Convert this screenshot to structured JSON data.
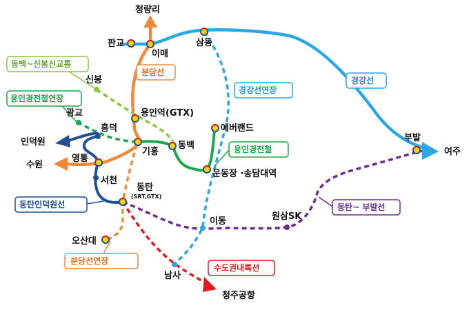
{
  "lines": {
    "bundang": {
      "name": "분당선",
      "color": "#f08a3a"
    },
    "bundang_ext": {
      "name": "분당선연장",
      "color": "#f08a3a"
    },
    "gyeonggang": {
      "name": "경강선",
      "color": "#2aa7e6"
    },
    "gyeonggang_ext": {
      "name": "경강선연장",
      "color": "#2aa7e6"
    },
    "yongin": {
      "name": "용인경전철",
      "color": "#17a84b"
    },
    "yongin_ext": {
      "name": "용인경전철연장",
      "color": "#17a84b"
    },
    "dongbaek_sinbong": {
      "name": "동백~신봉신교통",
      "color": "#8cc63f"
    },
    "dongtan_indeogwon": {
      "name": "동탄인덕원선",
      "color": "#1f4e96"
    },
    "dongtan_bubal": {
      "name": "동탄~ 부발선",
      "color": "#6b2c91"
    },
    "capital_inland": {
      "name": "수도권내륙선",
      "color": "#e11b1b"
    }
  },
  "stations": {
    "cheongnyangni": "청량리",
    "pangyo": "판교",
    "imae": "이매",
    "samdong": "삼동",
    "sinbong": "신봉",
    "gwanggyo": "광교",
    "yonginyeok": "용인역(GTX)",
    "heungdeok": "흥덕",
    "indeogwon": "인덕원",
    "giheung": "기흥",
    "dongbaek": "동백",
    "everland": "에버랜드",
    "suwon": "수원",
    "yeongtong": "영통",
    "undongjang": "운동장 ·송담대역",
    "seocheon": "서천",
    "dongtan": "동탄",
    "dongtan_sub": "(SRT,GTX)",
    "idong": "이동",
    "wonsam": "원삼SK",
    "bubal": "부발",
    "yeoju": "여주",
    "osandae": "오산대",
    "namsa": "남사",
    "cheongju_airport": "청주공항"
  }
}
